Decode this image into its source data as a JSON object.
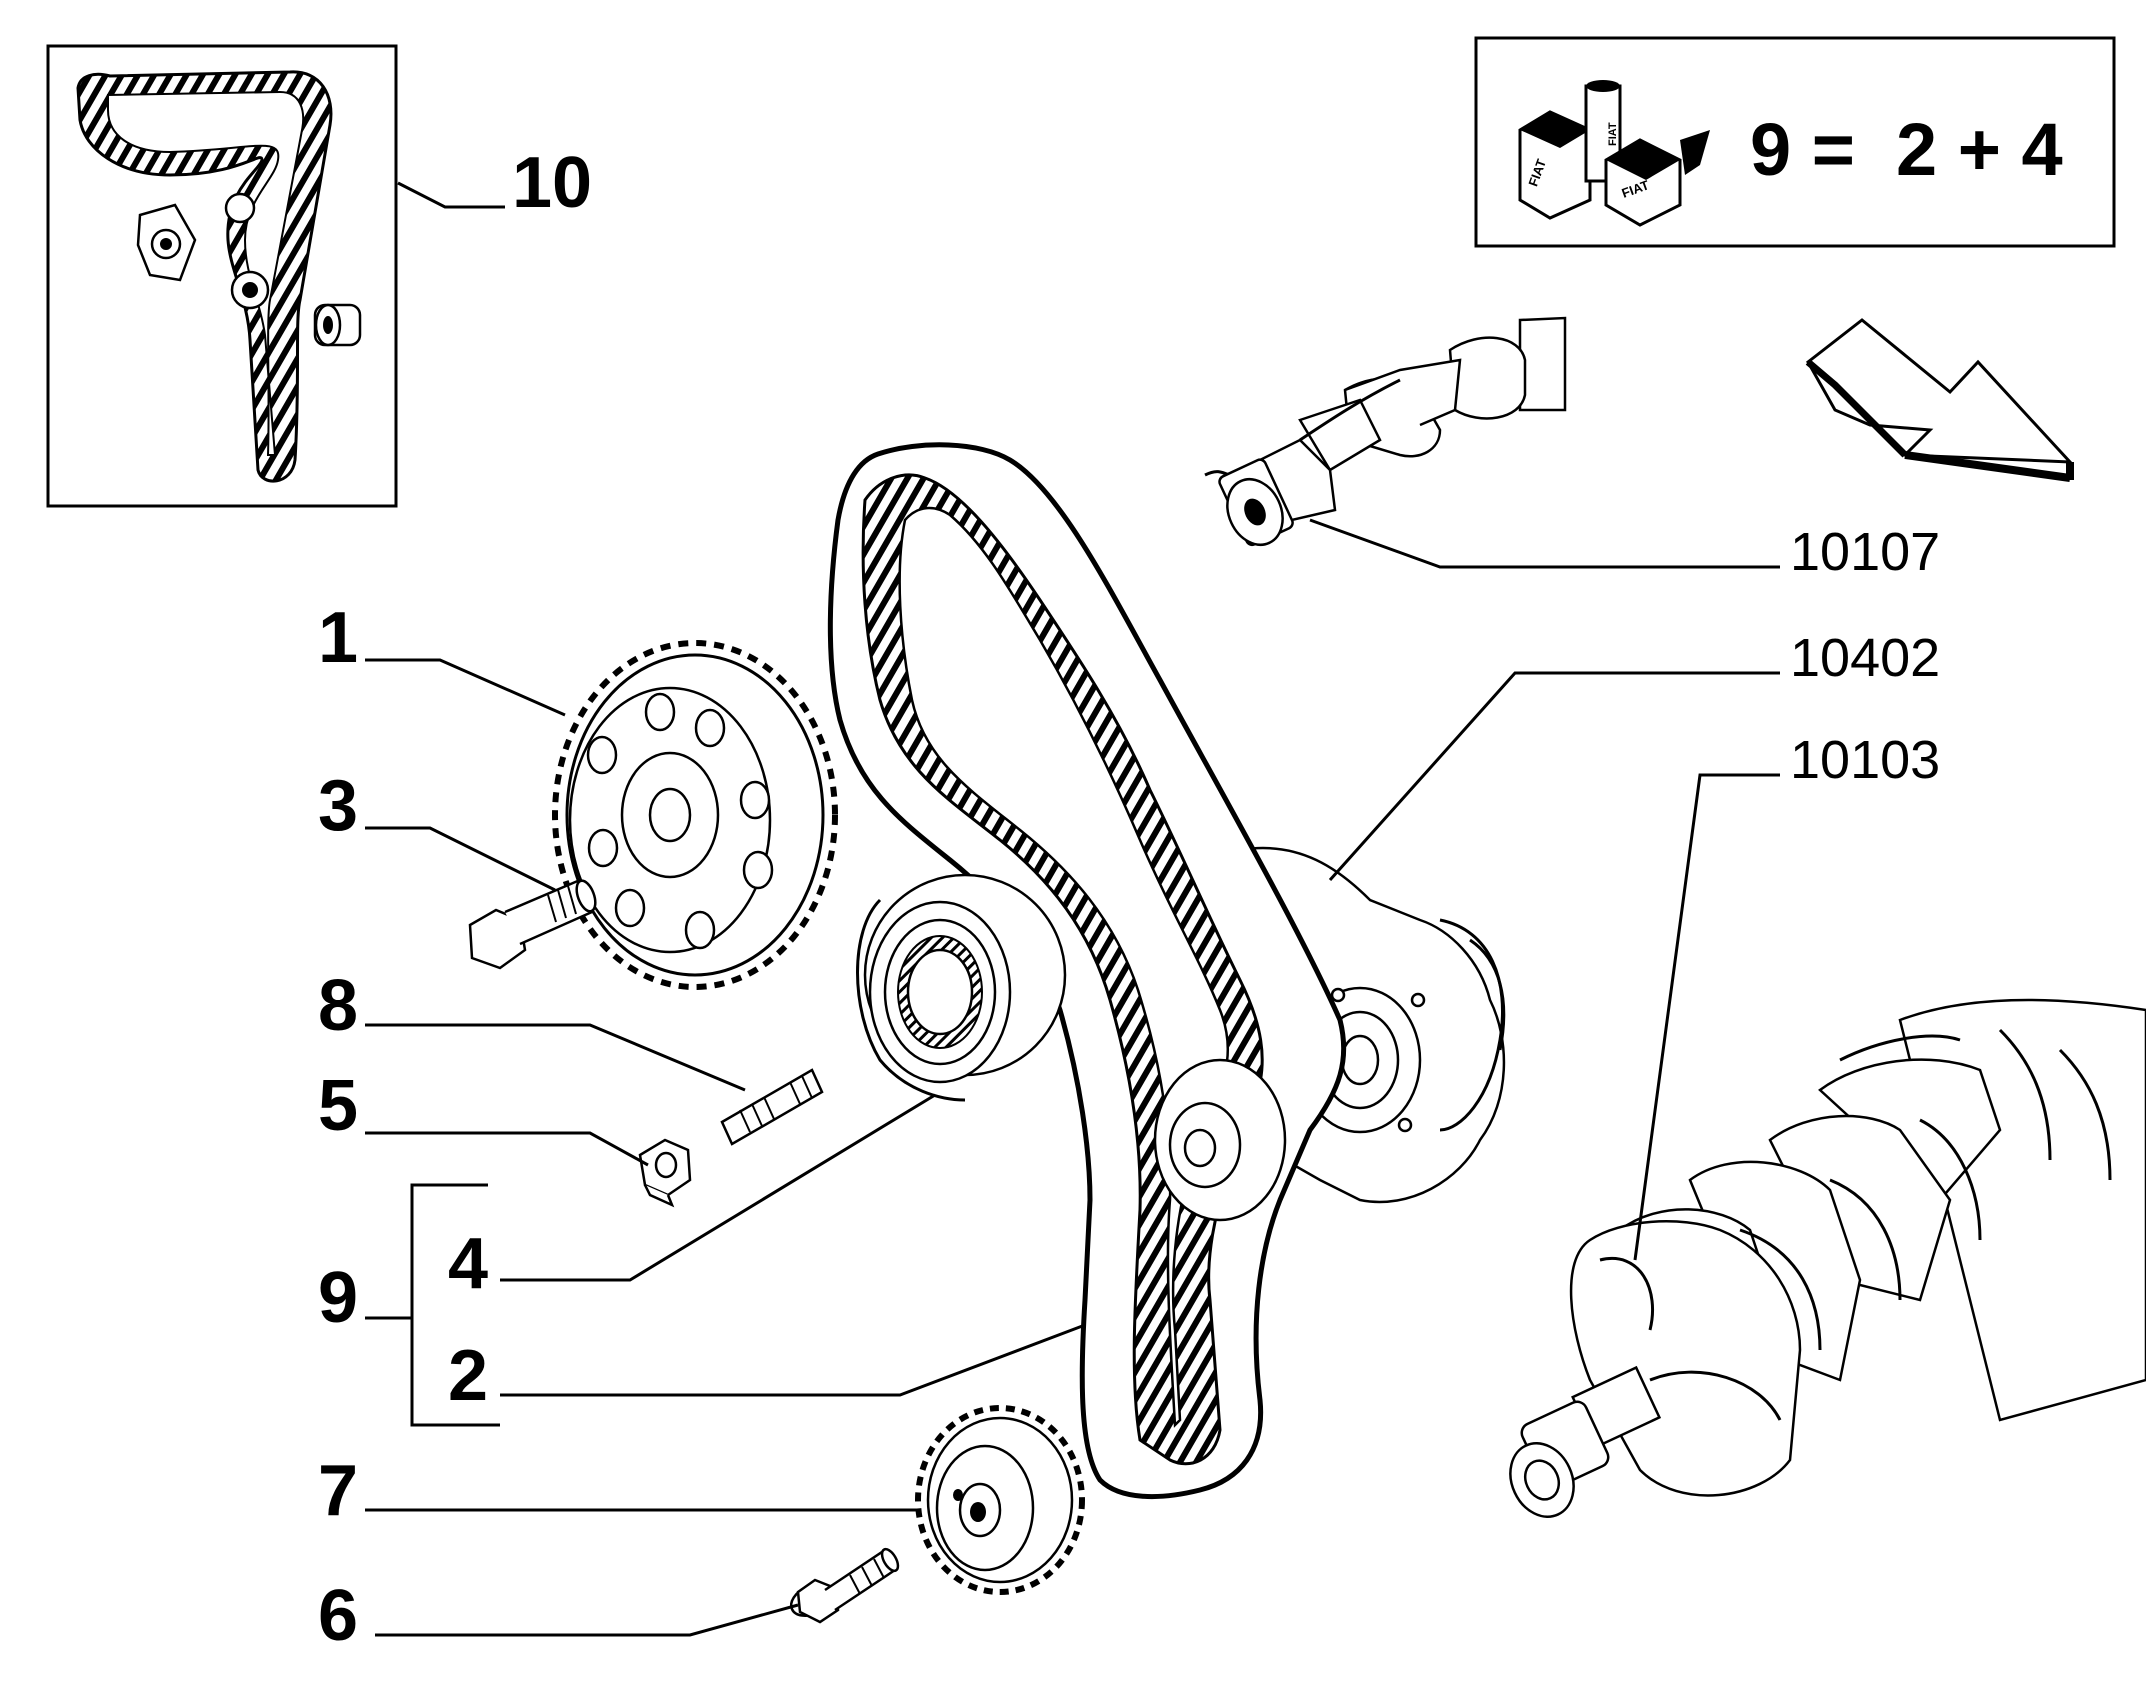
{
  "callouts": {
    "c1": "1",
    "c2": "2",
    "c3": "3",
    "c4": "4",
    "c5": "5",
    "c6": "6",
    "c7": "7",
    "c8": "8",
    "c9": "9",
    "c10": "10"
  },
  "refs": {
    "camshaft": "10107",
    "engine_block": "10402",
    "crankshaft": "10103"
  },
  "kit_legend": {
    "formula": "9 =  2 + 4",
    "box_labels": [
      "FIAT",
      "FIAT",
      "FIAT"
    ]
  },
  "icons": [
    "kit-boxes-icon",
    "direction-arrow-icon"
  ]
}
